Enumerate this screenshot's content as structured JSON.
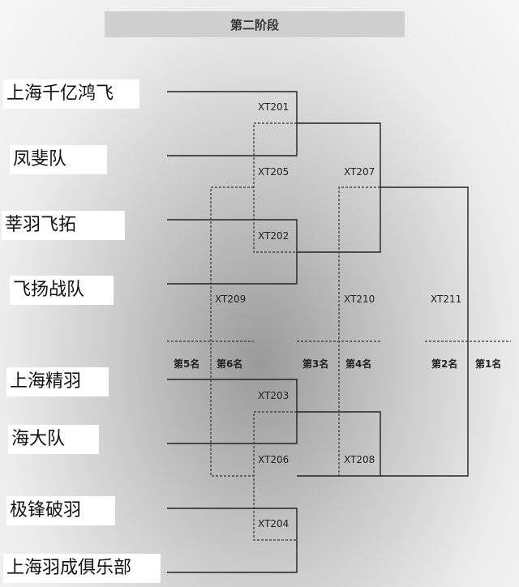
{
  "stage_title": "第二阶段",
  "teams": [
    "上海千亿鸿飞",
    "凤斐队",
    "莘羽飞拓",
    "飞扬战队",
    "上海精羽",
    "海大队",
    "极锋破羽",
    "上海羽成俱乐部"
  ],
  "matches": {
    "xt201": "XT201",
    "xt202": "XT202",
    "xt203": "XT203",
    "xt204": "XT204",
    "xt205": "XT205",
    "xt206": "XT206",
    "xt207": "XT207",
    "xt208": "XT208",
    "xt209": "XT209",
    "xt210": "XT210",
    "xt211": "XT211"
  },
  "ranks": {
    "fifth": "第5名",
    "sixth": "第6名",
    "third": "第3名",
    "fourth": "第4名",
    "second": "第2名",
    "first": "第1名"
  }
}
